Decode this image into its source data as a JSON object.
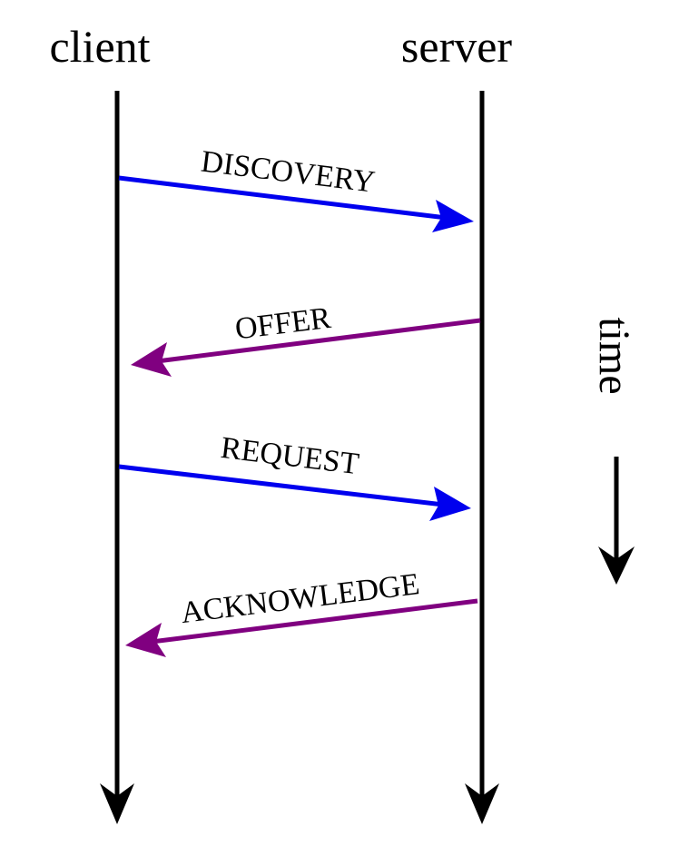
{
  "participants": {
    "client": "client",
    "server": "server"
  },
  "time_label": "time",
  "messages": [
    {
      "label": "DISCOVERY",
      "from": "client",
      "to": "server",
      "color": "#0000ee"
    },
    {
      "label": "OFFER",
      "from": "server",
      "to": "client",
      "color": "#800080"
    },
    {
      "label": "REQUEST",
      "from": "client",
      "to": "server",
      "color": "#0000ee"
    },
    {
      "label": "ACKNOWLEDGE",
      "from": "server",
      "to": "client",
      "color": "#800080"
    }
  ],
  "colors": {
    "lifeline": "#000000",
    "client_to_server": "#0000ee",
    "server_to_client": "#800080"
  }
}
